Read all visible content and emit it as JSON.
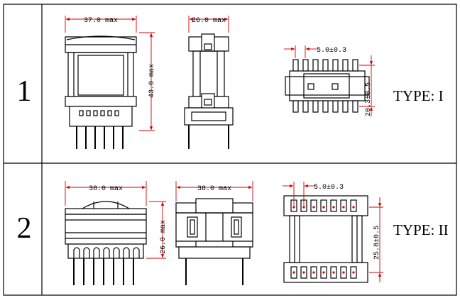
{
  "rows": [
    {
      "number": "1",
      "type_label": "TYPE: I",
      "dims": {
        "front_width": "37.0 max",
        "side_width": "26.0 max",
        "height": "43.0 max",
        "pin_pitch": "5.0±0.3",
        "row_spacing": "20.3±0.5"
      }
    },
    {
      "number": "2",
      "type_label": "TYPE: II",
      "dims": {
        "front_width": "38.0 max",
        "side_width": "38.0 max",
        "height": "26.0 max",
        "pin_pitch": "5.0±0.3",
        "row_spacing": "25.8±0.5"
      }
    }
  ],
  "colors": {
    "line": "#000000",
    "dimension": "#d00000",
    "background": "#ffffff"
  }
}
